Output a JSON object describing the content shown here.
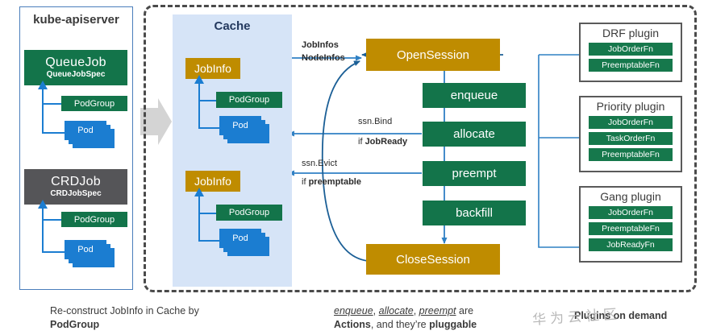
{
  "apiserver": {
    "title": "kube-apiserver",
    "jobs": [
      {
        "name": "QueueJob",
        "spec": "QueueJobSpec",
        "color": "#13744a",
        "podgroup": "PodGroup",
        "pod": "Pod"
      },
      {
        "name": "CRDJob",
        "spec": "CRDJobSpec",
        "color": "#555558",
        "podgroup": "PodGroup",
        "pod": "Pod"
      }
    ]
  },
  "cache": {
    "title": "Cache",
    "entries": [
      {
        "name": "JobInfo",
        "podgroup": "PodGroup",
        "pod": "Pod"
      },
      {
        "name": "JobInfo",
        "podgroup": "PodGroup",
        "pod": "Pod"
      }
    ]
  },
  "session": {
    "open_label": "OpenSession",
    "close_label": "CloseSession",
    "actions": [
      "enqueue",
      "allocate",
      "preempt",
      "backfill"
    ]
  },
  "arrows": {
    "inbound_line1": "JobInfos",
    "inbound_line2": "NodeInfos",
    "bind_line1": "ssn.Bind",
    "bind_line2_prefix": "if ",
    "bind_line2_bold": "JobReady",
    "evict_line1": "ssn.Evict",
    "evict_line2_prefix": "if ",
    "evict_line2_bold": "preemptable"
  },
  "plugins": [
    {
      "title": "DRF plugin",
      "fns": [
        "JobOrderFn",
        "PreemptableFn"
      ]
    },
    {
      "title": "Priority plugin",
      "fns": [
        "JobOrderFn",
        "TaskOrderFn",
        "PreemptableFn"
      ]
    },
    {
      "title": "Gang plugin",
      "fns": [
        "JobOrderFn",
        "PreemptableFn",
        "JobReadyFn"
      ]
    }
  ],
  "captions": {
    "left_line1": "Re-construct JobInfo in Cache by",
    "left_line2_bold": "PodGroup",
    "center_a": "enqueue",
    "center_sep1": ", ",
    "center_b": "allocate",
    "center_sep2": ", ",
    "center_c": "preempt",
    "center_tail": " are",
    "center_line2_bold1": "Actions",
    "center_line2_mid": ", and they’re ",
    "center_line2_bold2": "pluggable",
    "right": "Plugins on demand"
  },
  "watermark": "华为云社区",
  "colors": {
    "green": "#13744a",
    "gold": "#bf8c00",
    "grey": "#555558",
    "blue": "#1b7dd1",
    "arrow_blue": "#2f80c4",
    "cache_bg": "#d6e4f7"
  }
}
